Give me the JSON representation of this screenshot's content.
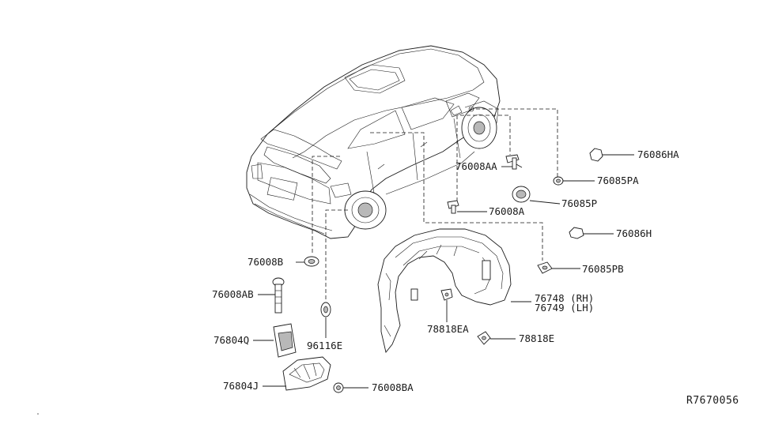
{
  "diagram_code": "R7670056",
  "parts": [
    {
      "id": "p-76086ha",
      "label": "76086HA"
    },
    {
      "id": "p-76008aa",
      "label": "76008AA"
    },
    {
      "id": "p-76085pa",
      "label": "76085PA"
    },
    {
      "id": "p-76085p",
      "label": "76085P"
    },
    {
      "id": "p-76008a",
      "label": "76008A"
    },
    {
      "id": "p-76086h",
      "label": "76086H"
    },
    {
      "id": "p-76008b",
      "label": "76008B"
    },
    {
      "id": "p-76085pb",
      "label": "76085PB"
    },
    {
      "id": "p-76748",
      "label": "76748 (RH)"
    },
    {
      "id": "p-76749",
      "label": "76749 (LH)"
    },
    {
      "id": "p-76008ab",
      "label": "76008AB"
    },
    {
      "id": "p-78818ea",
      "label": "78818EA"
    },
    {
      "id": "p-78818e",
      "label": "78818E"
    },
    {
      "id": "p-76804q",
      "label": "76804Q"
    },
    {
      "id": "p-96116e",
      "label": "96116E"
    },
    {
      "id": "p-76804j",
      "label": "76804J"
    },
    {
      "id": "p-76008ba",
      "label": "76008BA"
    }
  ]
}
